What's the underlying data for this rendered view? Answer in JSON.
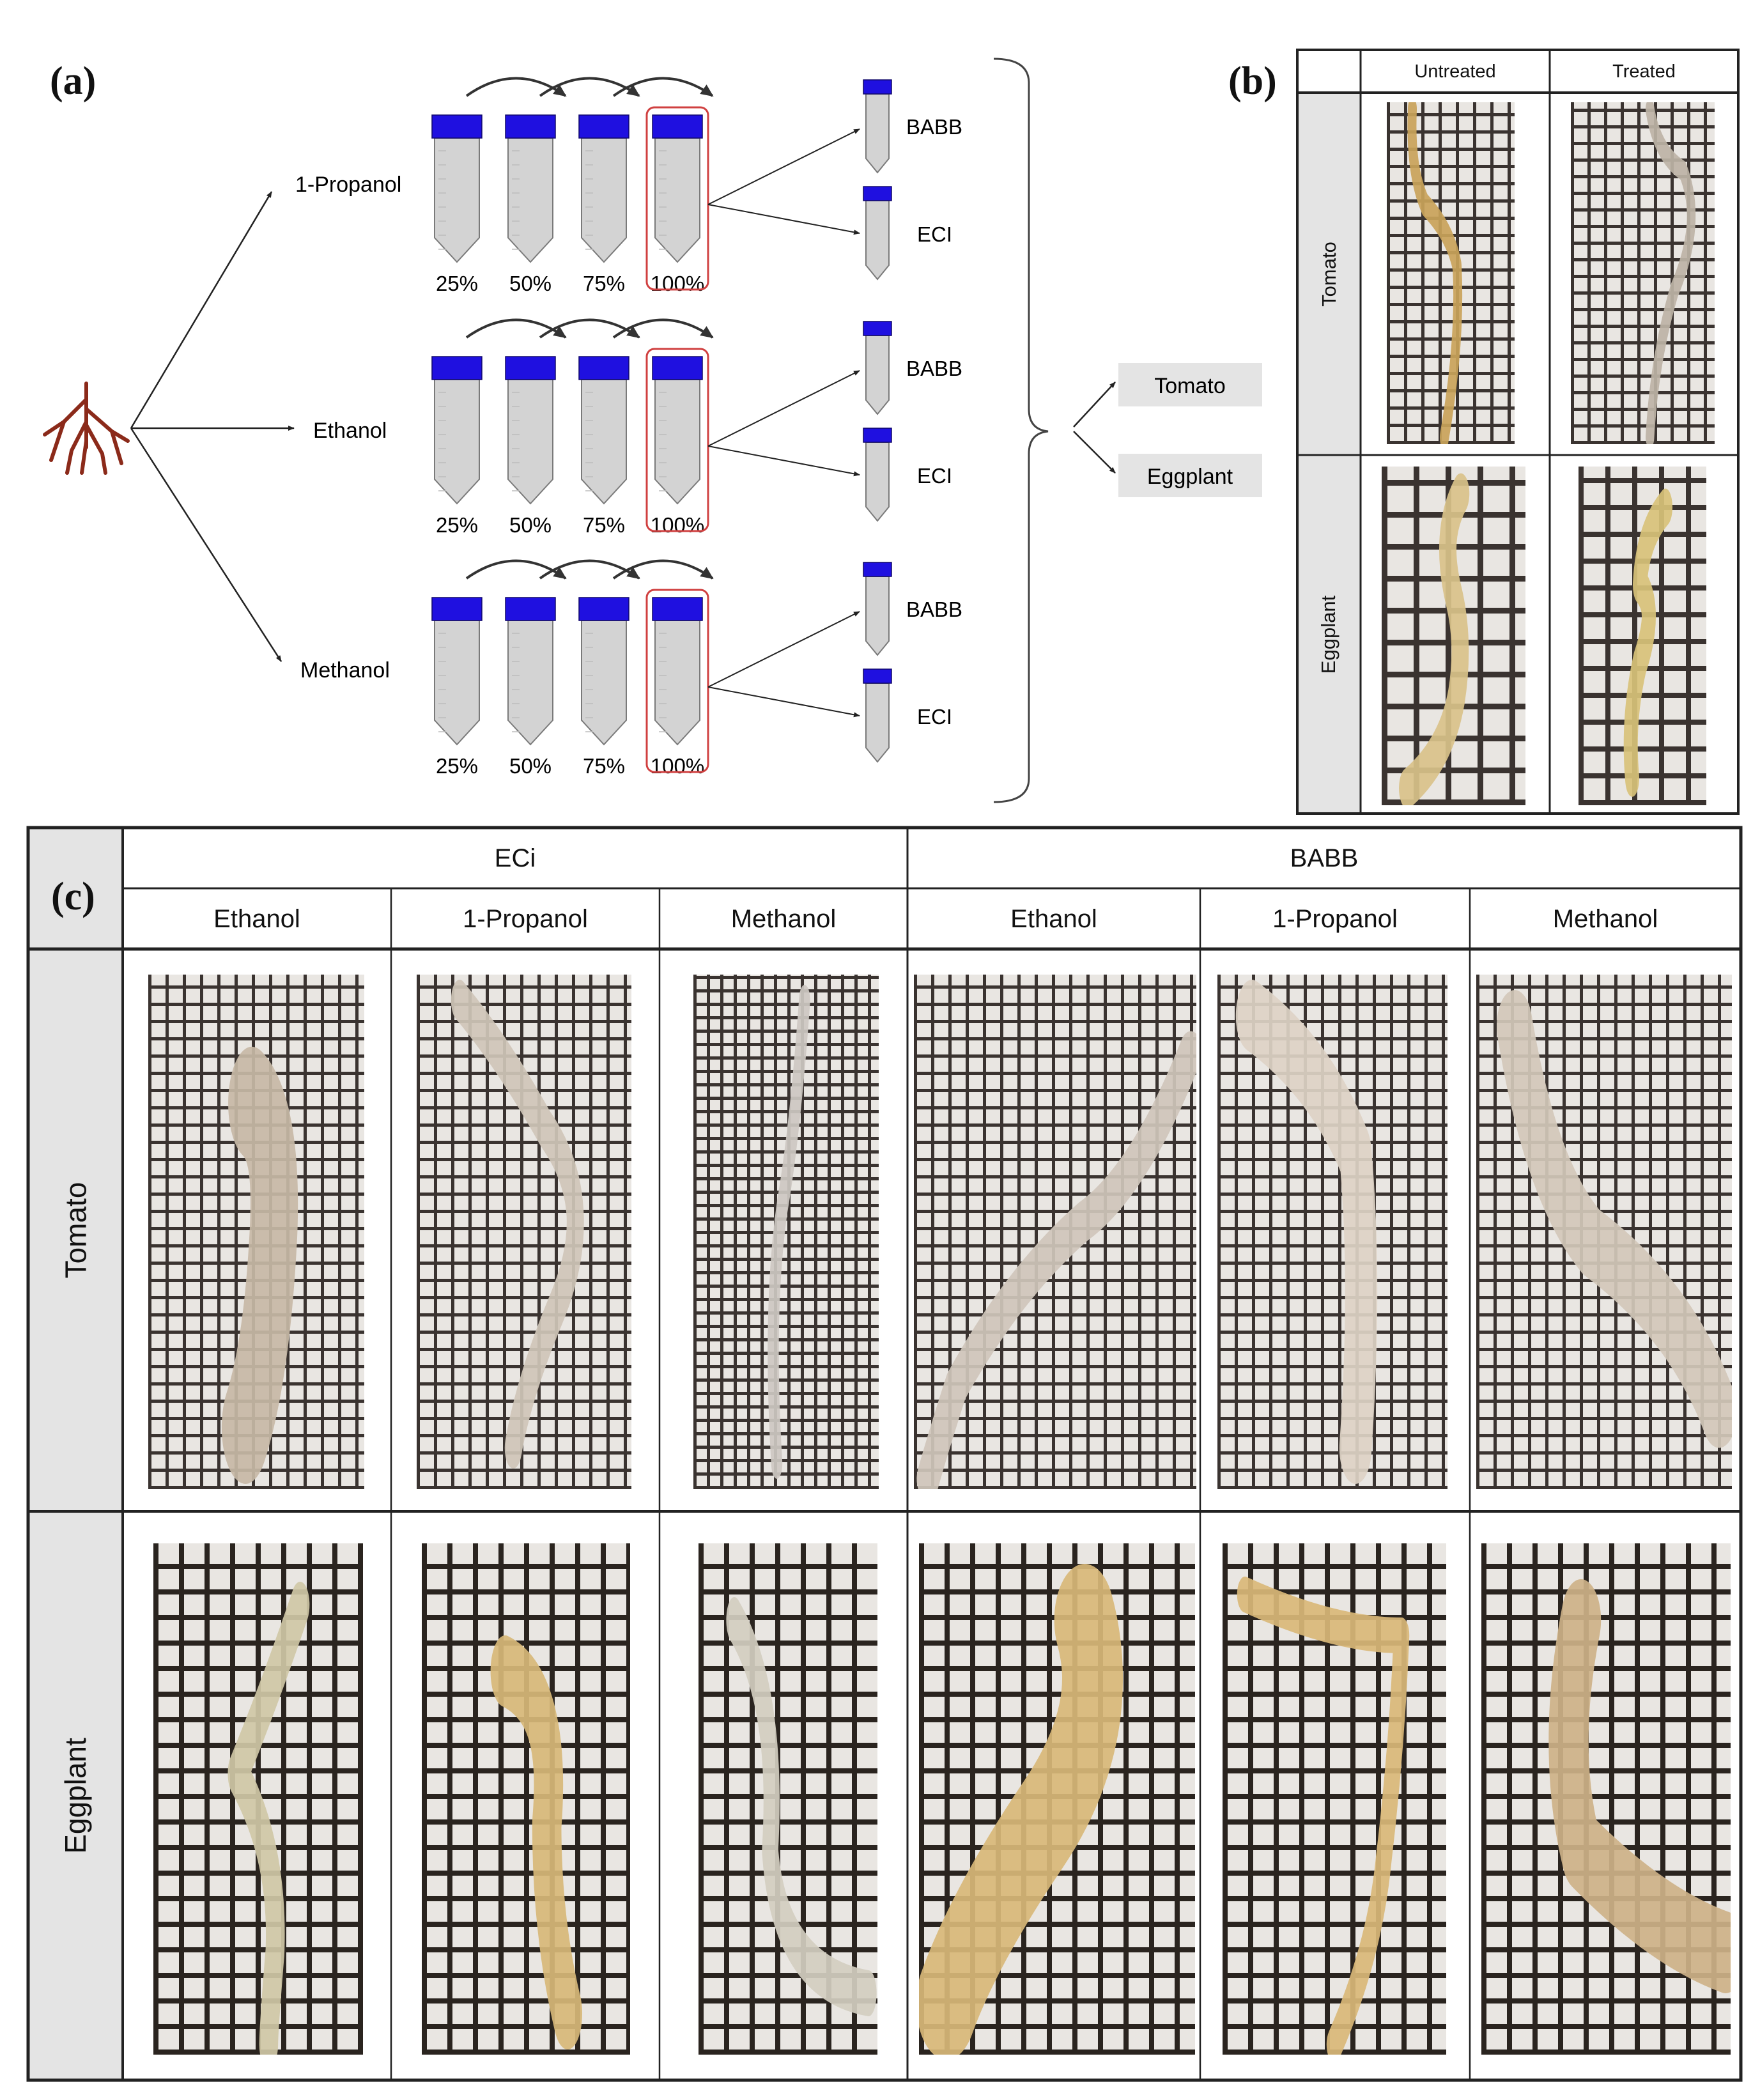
{
  "panels": {
    "a": "(a)",
    "b": "(b)",
    "c": "(c)"
  },
  "diagram_a": {
    "solvents": [
      "1-Propanol",
      "Ethanol",
      "Methanol"
    ],
    "concentrations": [
      "25%",
      "50%",
      "75%",
      "100%"
    ],
    "clearing_agents": [
      "BABB",
      "ECI"
    ],
    "species": [
      "Tomato",
      "Eggplant"
    ],
    "icons": [
      "root-icon",
      "tube-icon",
      "curved-arrow-icon"
    ],
    "colors": {
      "cap": "#1f10e0",
      "tube_fill": "#d3d3d3",
      "tube_stroke": "#7a7a7a",
      "highlight": "#d04040",
      "root": "#8b2a1a",
      "species_box": "#e4e4e4"
    }
  },
  "panel_b": {
    "columns": [
      "Untreated",
      "Treated"
    ],
    "rows": [
      "Tomato",
      "Eggplant"
    ]
  },
  "panel_c": {
    "groups": [
      "ECi",
      "BABB"
    ],
    "columns": [
      "Ethanol",
      "1-Propanol",
      "Methanol",
      "Ethanol",
      "1-Propanol",
      "Methanol"
    ],
    "rows": [
      "Tomato",
      "Eggplant"
    ]
  }
}
